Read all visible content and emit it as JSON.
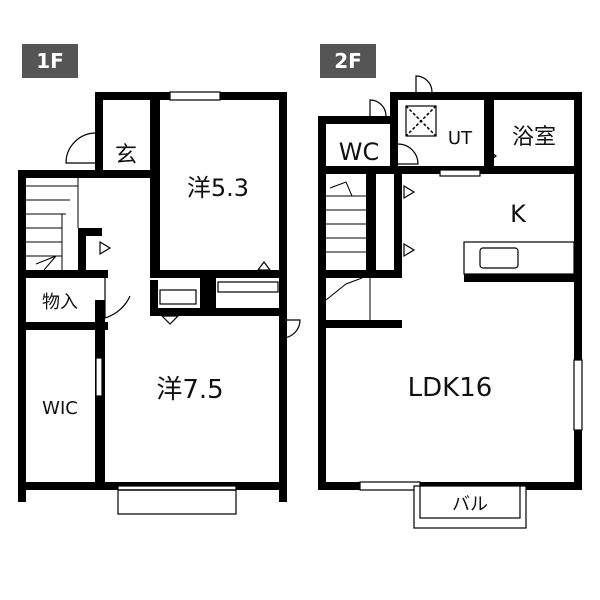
{
  "floors": [
    {
      "id": "1f",
      "badge": "1F",
      "rooms": {
        "entrance": "玄",
        "western_room_a": "洋5.3",
        "storage": "物入",
        "walk_in_closet": "WIC",
        "western_room_b": "洋7.5"
      }
    },
    {
      "id": "2f",
      "badge": "2F",
      "rooms": {
        "toilet": "WC",
        "utility": "UT",
        "bathroom": "浴室",
        "kitchen": "K",
        "living": "LDK16",
        "balcony": "バル"
      }
    }
  ],
  "colors": {
    "wall": "#000000",
    "badge": "#555555",
    "background": "#ffffff"
  }
}
